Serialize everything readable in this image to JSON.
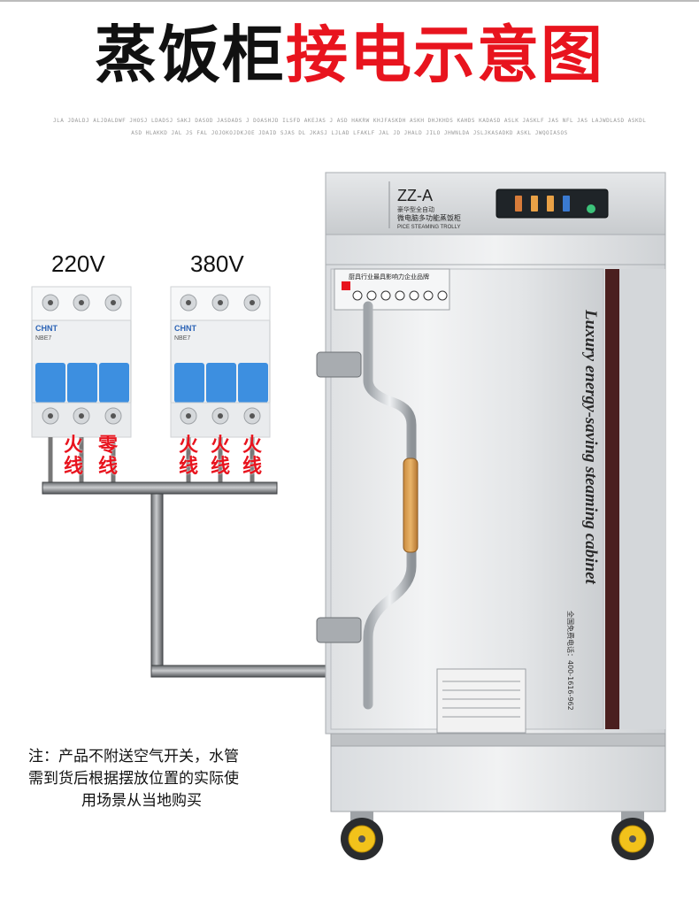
{
  "title": {
    "part1": "蒸饭柜",
    "part2": "接电示意图"
  },
  "fine_print": {
    "line1": "JLA JDALDJ ALJDALDWF JHOSJ LDADSJ SAKJ DASOD JASDADS J DOASHJD ILSFD AKEJAS J ASD HAKRW KHJFASKDH ASKH DHJKHDS KAHDS KADASD ASLK JASKLF JAS NFL JAS LAJWDLASD ASKDLAKJDKALDJS",
    "line2": "ASD HLAKKD JAL JS FAL JOJOKOJDKJOE JDAID SJAS DL JKASJ LJLAD LFAKLF JAL JD JHALD JILO JHWNLDA JSLJKASADKD ASKL JWQOIASOS"
  },
  "breakers": {
    "single": {
      "voltage_label": "220V",
      "brand": "CHNT",
      "model": "NBE7",
      "wires": [
        "火线",
        "零线"
      ]
    },
    "three": {
      "voltage_label": "380V",
      "brand": "CHNT",
      "model": "NBE7",
      "wires": [
        "火线",
        "火线",
        "火线"
      ]
    }
  },
  "cabinet": {
    "model": "ZZ-A",
    "subtitle_small": "豪华型全自动",
    "subtitle": "微电脑多功能蒸饭柜",
    "english_small": "PICE STEAMING TROLLY",
    "door_label_cn": "厨具行业最具影响力企业品牌",
    "slogan": "Luxury energy-saving steaming cabinet",
    "hotline": "全国免费电话：400-1616-962"
  },
  "note": {
    "lines": [
      "注：产品不附送空气开关，水管",
      "需到货后根据摆放位置的实际使",
      "用场景从当地购买"
    ]
  },
  "colors": {
    "title_black": "#111111",
    "title_red": "#e8141e",
    "breaker_blue": "#3d8fe0",
    "wire_label_red": "#e8141e",
    "steel": "#c9cccf",
    "caster_yellow": "#f2c21b"
  }
}
